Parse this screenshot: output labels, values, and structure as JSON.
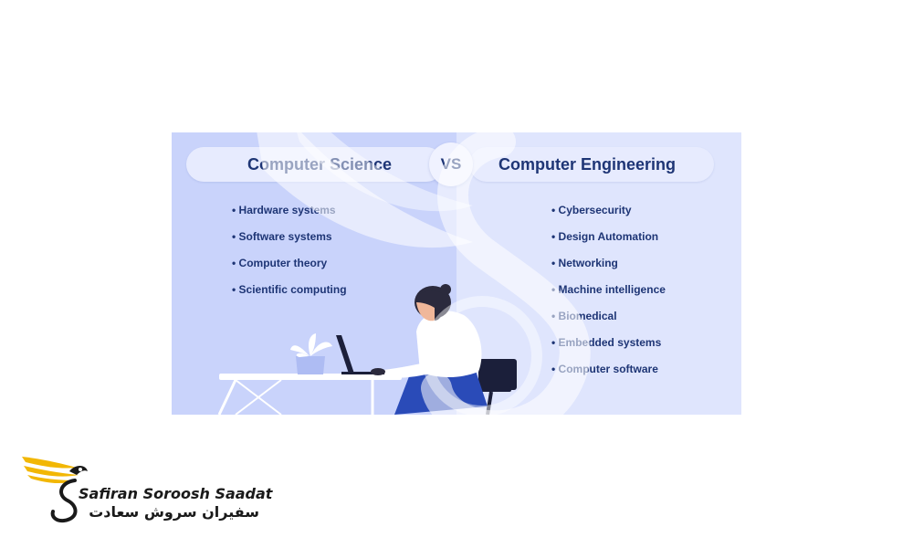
{
  "comparison": {
    "left_title": "Computer Science",
    "vs_label": "VS",
    "right_title": "Computer Engineering",
    "left_items": [
      "Hardware systems",
      "Software systems",
      "Computer theory",
      "Scientific computing"
    ],
    "right_items": [
      "Cybersecurity",
      "Design Automation",
      "Networking",
      "Machine intelligence",
      "Biomedical",
      "Embedded systems",
      "Computer software"
    ]
  },
  "brand": {
    "name_en": "Safiran Soroosh Saadat",
    "name_fa": "سفیران سروش سعادت"
  },
  "colors": {
    "navy": "#1e3575",
    "left_bg": "#c9d3fb",
    "right_bg": "#dfe5fd",
    "logo_gold": "#f2b705"
  }
}
